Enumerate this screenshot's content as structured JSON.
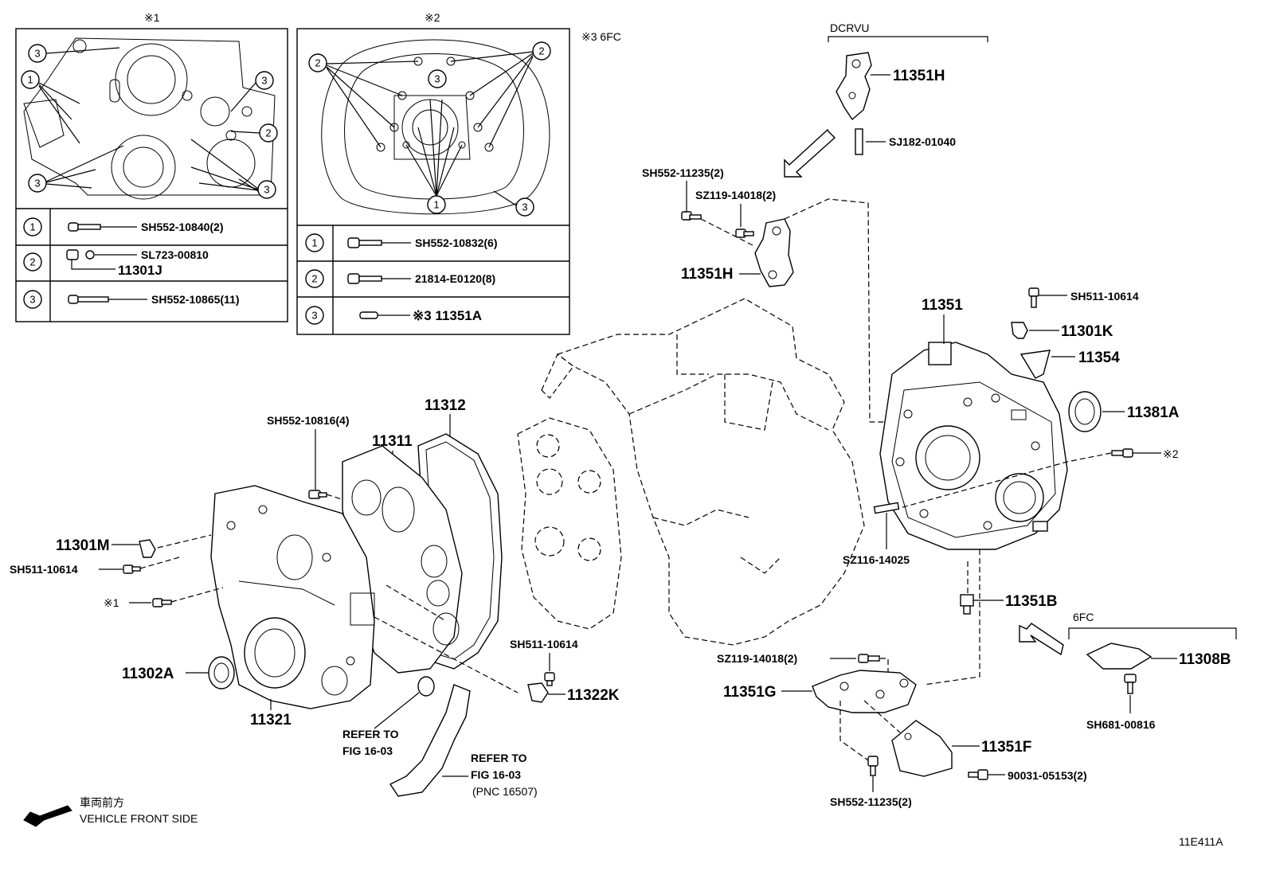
{
  "figure_id": "11E411A",
  "direction": {
    "jp": "車両前方",
    "en": "VEHICLE FRONT SIDE"
  },
  "insets": {
    "note1": {
      "mark": "※1",
      "rows": [
        {
          "idx": "1",
          "part": "SH552-10840(2)",
          "extra": ""
        },
        {
          "idx": "2",
          "part": "SL723-00810",
          "extra": "11301J"
        },
        {
          "idx": "3",
          "part": "SH552-10865(11)",
          "extra": ""
        }
      ]
    },
    "note2": {
      "mark": "※2",
      "rows": [
        {
          "idx": "1",
          "part": "SH552-10832(6)",
          "extra": ""
        },
        {
          "idx": "2",
          "part": "21814-E0120(8)",
          "extra": ""
        },
        {
          "idx": "3",
          "part": "※3 11351A",
          "extra": ""
        }
      ]
    },
    "note3": "※3 6FC"
  },
  "variants": {
    "dcrvu": "DCRVU",
    "sixfc": "6FC"
  },
  "labels": {
    "p11351H_top": "11351H",
    "sj182": "SJ182-01040",
    "sh552_11235_top": "SH552-11235(2)",
    "sz119_top": "SZ119-14018(2)",
    "p11351H_mid": "11351H",
    "p11351": "11351",
    "sh511_right": "SH511-10614",
    "p11301K": "11301K",
    "p11354": "11354",
    "p11381A": "11381A",
    "note2_ref": "※2",
    "sz116": "SZ116-14025",
    "p11351B": "11351B",
    "p11308B": "11308B",
    "sh681": "SH681-00816",
    "sz119_low": "SZ119-14018(2)",
    "p11351G": "11351G",
    "p11351F": "11351F",
    "p90031": "90031-05153(2)",
    "sh552_11235_low": "SH552-11235(2)",
    "sh552_10816": "SH552-10816(4)",
    "p11312": "11312",
    "p11311": "11311",
    "p11301M": "11301M",
    "sh511_left": "SH511-10614",
    "note1_ref": "※1",
    "p11302A": "11302A",
    "p11321": "11321",
    "refer1_a": "REFER TO",
    "refer1_b": "FIG 16-03",
    "sh511_mid": "SH511-10614",
    "p11322K": "11322K",
    "refer2_a": "REFER TO",
    "refer2_b": "FIG 16-03",
    "refer2_c": "(PNC 16507)"
  }
}
